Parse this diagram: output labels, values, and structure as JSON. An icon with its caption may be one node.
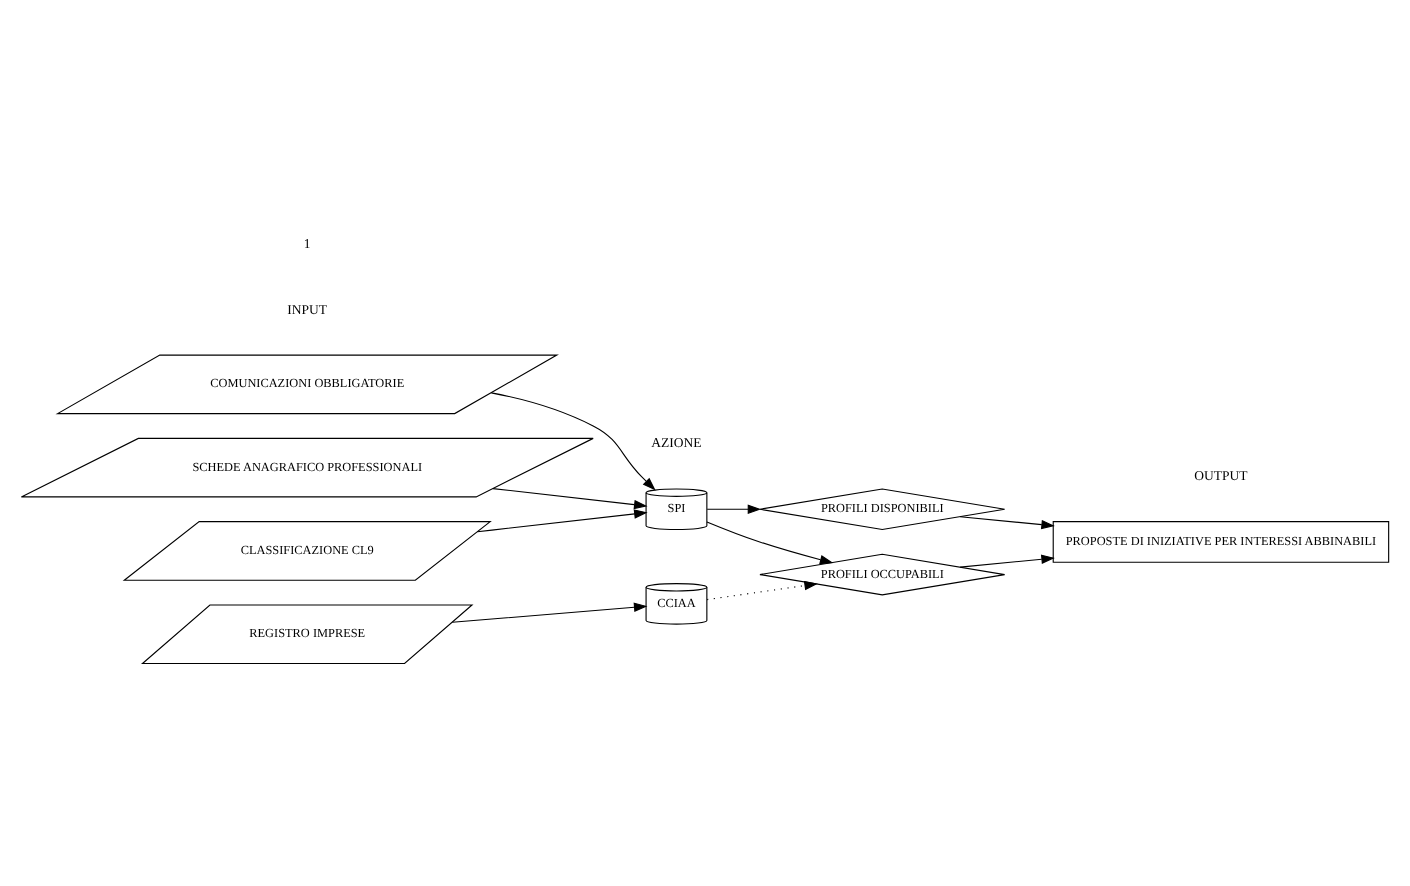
{
  "diagram": {
    "nodes": [
      {
        "text": [
          "COMUNICAZIONI OBBLIGATORIE"
        ]
      },
      {
        "text": [
          "SCHEDE ANAGRAFICO PROFESSIONALI"
        ]
      },
      {
        "text": [
          "CLASSIFICAZIONE CL9"
        ]
      },
      {
        "text": [
          "REGISTRO IMPRESE"
        ]
      },
      {
        "text": [
          "SPI"
        ]
      },
      {
        "text": [
          "CCIAA"
        ]
      },
      {
        "text": [
          "PROFILI DISPONIBILI"
        ]
      },
      {
        "text": [
          "PROFILI OCCUPABILI"
        ]
      },
      {
        "text": [
          "PROPOSTE DI INIZIATIVE PER INTERESSI ABBINABILI"
        ]
      }
    ],
    "edges": [
      {
        "from": 0,
        "to": 4,
        "arrow": "to"
      },
      {
        "from": 1,
        "to": 4,
        "arrow": "to"
      },
      {
        "from": 2,
        "to": 4,
        "arrow": "to"
      },
      {
        "from": 3,
        "to": 5,
        "arrow": "to"
      },
      {
        "from": 4,
        "to": 6,
        "arrow": "to"
      },
      {
        "from": 4,
        "to": 7,
        "arrow": "to"
      },
      {
        "from": 5,
        "to": 7,
        "arrow": "to",
        "style": "dashed"
      },
      {
        "from": 6,
        "to": 8,
        "arrow": "to"
      },
      {
        "from": 7,
        "to": 8,
        "arrow": "to"
      }
    ],
    "labels": [
      "INPUT",
      "AZIONE",
      "OUTPUT",
      "1"
    ]
  }
}
